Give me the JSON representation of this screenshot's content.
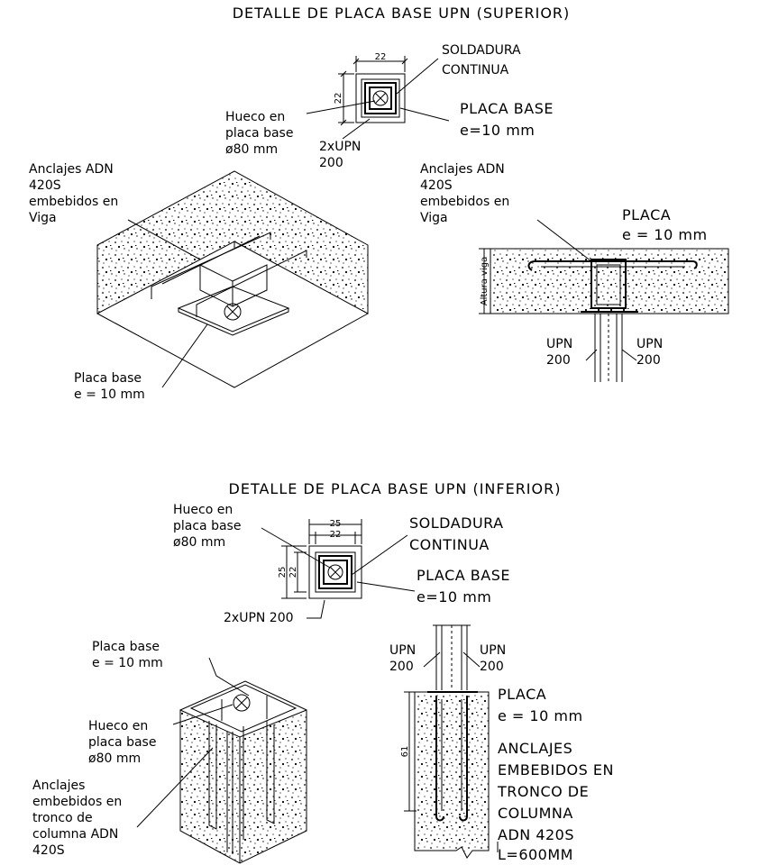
{
  "top": {
    "title": "DETALLE DE PLACA BASE UPN (SUPERIOR)",
    "plan": {
      "dim_w": "22",
      "dim_h": "22",
      "soldadura": [
        "SOLDADURA",
        "CONTINUA"
      ],
      "placa_base": [
        "PLACA BASE",
        "e=10 mm"
      ],
      "hueco": [
        "Hueco en",
        "placa base",
        "ø80 mm"
      ],
      "upn": [
        "2xUPN",
        "200"
      ]
    },
    "iso": {
      "anclajes": [
        "Anclajes ADN",
        "420S",
        "embebidos en",
        "Viga"
      ],
      "placa": [
        "Placa base",
        "e = 10 mm"
      ]
    },
    "section": {
      "anclajes": [
        "Anclajes ADN",
        "420S",
        "embebidos en",
        "Viga"
      ],
      "placa": [
        "PLACA",
        "e = 10 mm"
      ],
      "altura": "Altura viga",
      "upn_left": [
        "UPN",
        "200"
      ],
      "upn_right": [
        "UPN",
        "200"
      ]
    }
  },
  "bottom": {
    "title": "DETALLE DE PLACA BASE UPN (INFERIOR)",
    "plan": {
      "hueco": [
        "Hueco en",
        "placa base",
        "ø80 mm"
      ],
      "dim_w_outer": "25",
      "dim_w_inner": "22",
      "dim_h_outer": "25",
      "dim_h_inner": "22",
      "soldadura": [
        "SOLDADURA",
        "CONTINUA"
      ],
      "placa_base": [
        "PLACA BASE",
        "e=10 mm"
      ],
      "upn": "2xUPN 200"
    },
    "iso": {
      "placa": [
        "Placa base",
        "e = 10 mm"
      ],
      "hueco": [
        "Hueco en",
        "placa base",
        "ø80 mm"
      ],
      "anclajes": [
        "Anclajes",
        "embebidos en",
        "tronco de",
        "columna ADN",
        "420S"
      ]
    },
    "section": {
      "upn_left": [
        "UPN",
        "200"
      ],
      "upn_right": [
        "UPN",
        "200"
      ],
      "dim": "61",
      "placa": [
        "PLACA",
        "e = 10 mm"
      ],
      "anclajes": [
        "ANCLAJES",
        "EMBEBIDOS EN",
        "TRONCO DE",
        "COLUMNA",
        "ADN 420S",
        "L=600MM"
      ]
    }
  }
}
